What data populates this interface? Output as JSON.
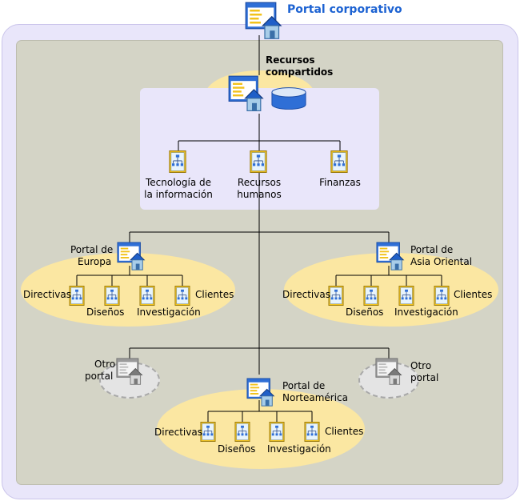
{
  "title": "Portal corporativo",
  "shared_resources": {
    "label_line1": "Recursos",
    "label_line2": "compartidos",
    "sites": [
      {
        "line1": "Tecnología de",
        "line2": "la información"
      },
      {
        "line1": "Recursos",
        "line2": "humanos"
      },
      {
        "line1": "Finanzas",
        "line2": ""
      }
    ]
  },
  "portals": {
    "europe": {
      "line1": "Portal de",
      "line2": "Europa",
      "sites": [
        "Directivas",
        "Diseños",
        "Investigación",
        "Clientes"
      ]
    },
    "asia": {
      "line1": "Portal de",
      "line2": "Asia Oriental",
      "sites": [
        "Directivas",
        "Diseños",
        "Investigación",
        "Clientes"
      ]
    },
    "north_america": {
      "line1": "Portal de",
      "line2": "Norteamérica",
      "sites": [
        "Directivas",
        "Diseños",
        "Investigación",
        "Clientes"
      ]
    },
    "other_left": {
      "line1": "Otro",
      "line2": "portal"
    },
    "other_right": {
      "line1": "Otro",
      "line2": "portal"
    }
  },
  "colors": {
    "title": "#1c62d2",
    "outer_bg": "#e9e6fa",
    "inner_bg": "#d4d4c6",
    "ellipse": "#fbe7a2",
    "site_icon_bg": "#f2c21c",
    "portal_icon_blue": "#2f6fd6"
  },
  "icons": [
    "portal-icon",
    "database-icon",
    "site-icon"
  ]
}
